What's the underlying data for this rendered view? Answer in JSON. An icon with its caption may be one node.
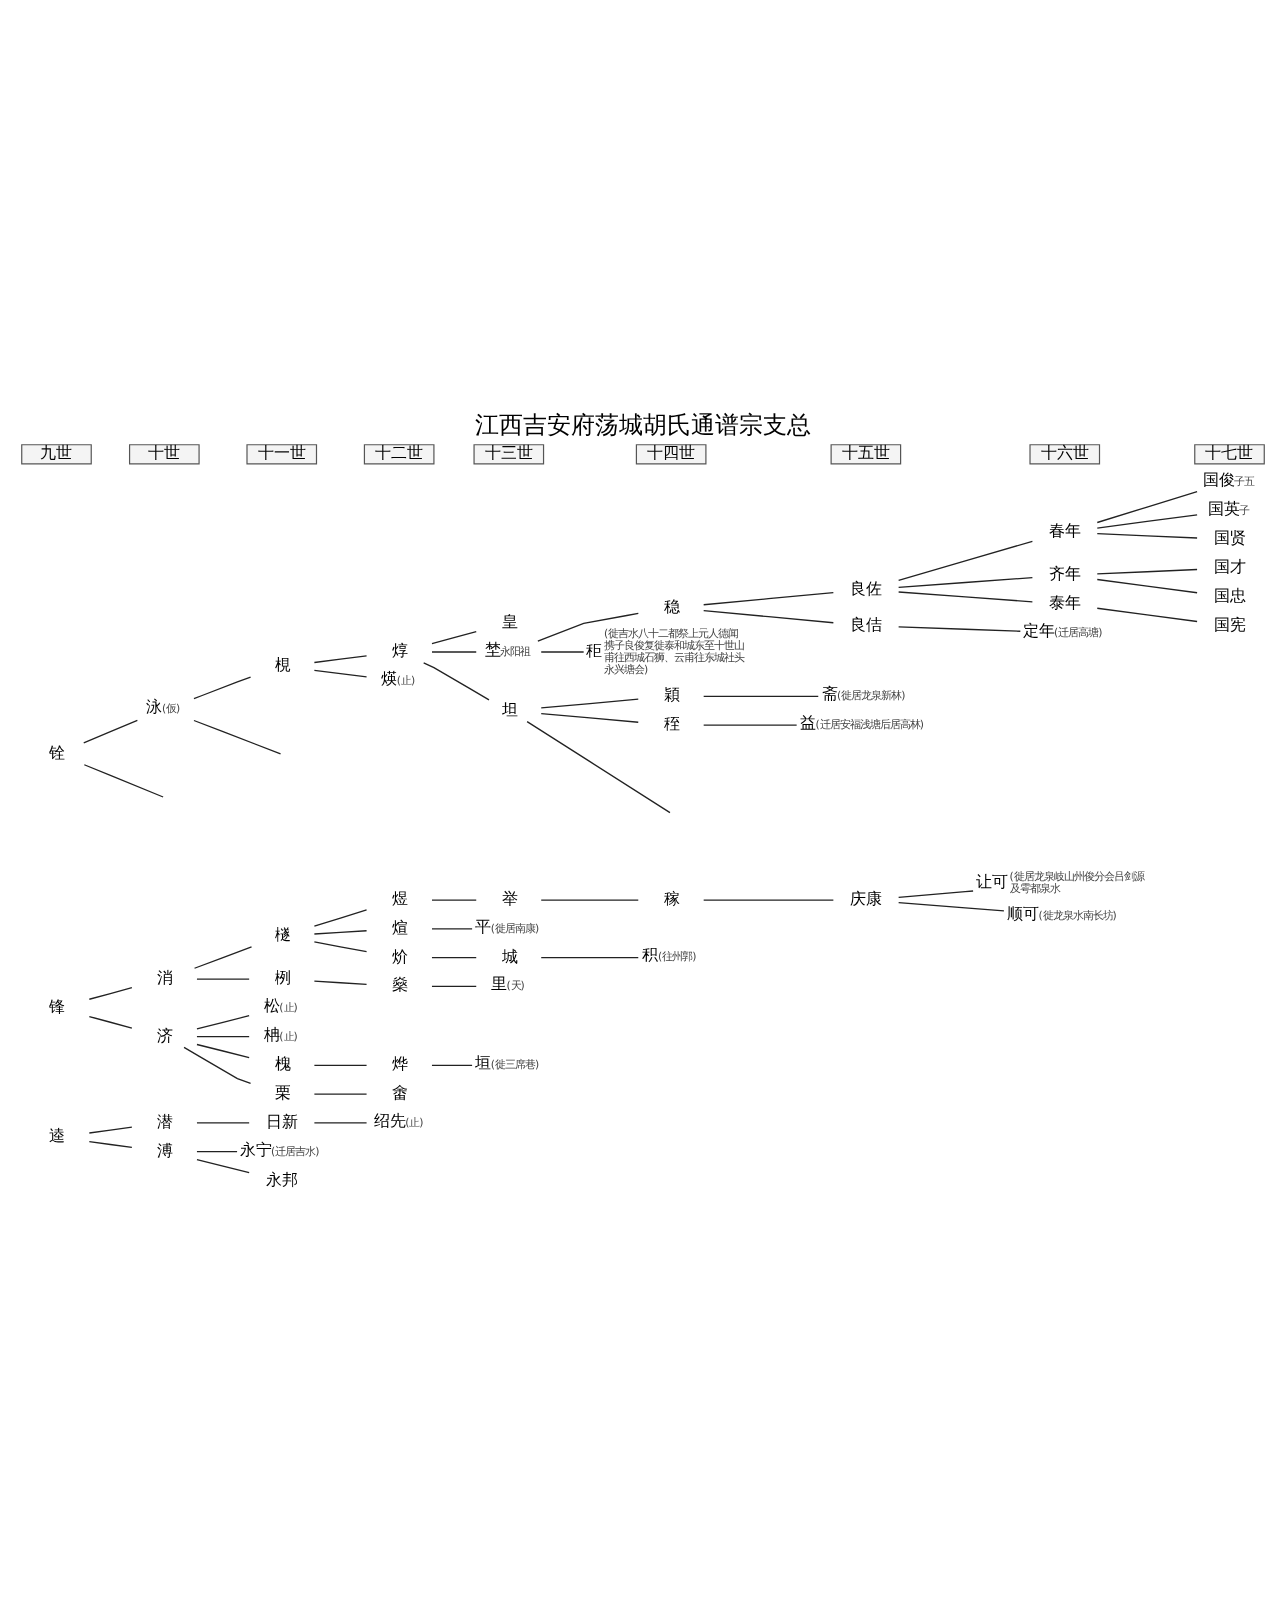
{
  "diagram": {
    "title": "江西吉安府荡城胡氏通谱宗支总",
    "nodes": [
      {
        "text": [
          "逵"
        ]
      },
      {
        "text": [
          "潜"
        ]
      },
      {
        "text": [
          "溥"
        ]
      },
      {
        "text": [
          "日新"
        ]
      },
      {
        "text": [
          "绍先"
        ],
        "beside": [
          "(止)"
        ]
      },
      {
        "text": [
          "永宁"
        ],
        "beside": [
          "(迁居吉水)"
        ]
      },
      {
        "text": [
          "永邦"
        ]
      },
      {
        "text": [
          "锋"
        ]
      },
      {
        "text": [
          "消"
        ]
      },
      {
        "text": [
          "檖"
        ]
      },
      {
        "text": [
          "煜"
        ]
      },
      {
        "text": [
          "举"
        ]
      },
      {
        "text": [
          "稼"
        ]
      },
      {
        "text": [
          "庆康"
        ]
      },
      {
        "text": [
          "让可"
        ],
        "beside": [
          "(徙居龙泉岐山州俊分会吕剑源及雩都泉水"
        ]
      },
      {
        "text": [
          "顺可"
        ],
        "beside": [
          "(徙龙泉水南长坊)"
        ]
      },
      {
        "text": [
          "煊"
        ]
      },
      {
        "text": [
          "平"
        ],
        "beside": [
          "(徙居南康)"
        ]
      },
      {
        "text": [
          "炌"
        ]
      },
      {
        "text": [
          "城"
        ]
      },
      {
        "text": [
          "积"
        ],
        "beside": [
          "(往州郭)"
        ]
      },
      {
        "text": [
          "栵"
        ]
      },
      {
        "text": [
          "燊"
        ]
      },
      {
        "text": [
          "里"
        ],
        "beside": [
          "(天)"
        ]
      },
      {
        "text": [
          "济"
        ]
      },
      {
        "text": [
          "松"
        ],
        "beside": [
          "(止)"
        ]
      },
      {
        "text": [
          "柟"
        ],
        "beside": [
          "(止)"
        ]
      },
      {
        "text": [
          "槐"
        ]
      },
      {
        "text": [
          "烨"
        ]
      },
      {
        "text": [
          "垣"
        ],
        "beside": [
          "(徙三席巷)"
        ]
      },
      {
        "text": [
          "栗"
        ]
      },
      {
        "text": [
          "畬"
        ]
      },
      {
        "text": [
          "铨"
        ]
      },
      {
        "text": [
          "泳"
        ],
        "beside": [
          "(仮)"
        ]
      },
      {
        "text": [
          "梘"
        ]
      },
      {
        "text": [
          "焞"
        ]
      },
      {
        "text": [
          "皇"
        ]
      },
      {
        "text": [
          "埜"
        ],
        "beside": [
          "永阳祖"
        ]
      },
      {
        "text": [
          "稳"
        ]
      },
      {
        "text": [
          "良佐"
        ]
      },
      {
        "text": [
          "春年"
        ]
      },
      {
        "text": [
          "国俊"
        ],
        "beside": [
          "子五"
        ]
      },
      {
        "text": [
          "国英"
        ],
        "beside": [
          "子"
        ]
      },
      {
        "text": [
          "国贤"
        ]
      },
      {
        "text": [
          "齐年"
        ]
      },
      {
        "text": [
          "国才"
        ]
      },
      {
        "text": [
          "国忠"
        ]
      },
      {
        "text": [
          "泰年"
        ]
      },
      {
        "text": [
          "国宪"
        ]
      },
      {
        "text": [
          "良佶"
        ]
      },
      {
        "text": [
          "定年"
        ],
        "beside": [
          "(迁居高塘)"
        ]
      },
      {
        "text": [
          "秬"
        ],
        "beside": [
          "(徙吉水八十二都祭上元人德闻携子良俊复徙泰和城东至十世山甫往西城石狮、云甫往东城社头永兴塘会)"
        ]
      },
      {
        "text": [
          "煐"
        ],
        "beside": [
          "(止)"
        ]
      },
      {
        "text": [
          "坦"
        ]
      },
      {
        "text": [
          "穎"
        ]
      },
      {
        "text": [
          "斋"
        ],
        "beside": [
          "(徙居龙泉新林)"
        ]
      },
      {
        "text": [
          "秷"
        ]
      },
      {
        "text": [
          "益"
        ],
        "beside": [
          "(迁居安福浅塘后居高林)"
        ]
      }
    ],
    "edges": [
      {
        "from": 0,
        "to": 1,
        "arrow": "none"
      },
      {
        "from": 0,
        "to": 2,
        "arrow": "none"
      },
      {
        "from": 1,
        "to": 3,
        "arrow": "none"
      },
      {
        "from": 3,
        "to": 4,
        "arrow": "none"
      },
      {
        "from": 2,
        "to": 5,
        "arrow": "none"
      },
      {
        "from": 2,
        "to": 6,
        "arrow": "none"
      },
      {
        "from": 7,
        "to": 8,
        "arrow": "none"
      },
      {
        "from": 7,
        "to": 24,
        "arrow": "none"
      },
      {
        "from": 8,
        "to": 9,
        "arrow": "none"
      },
      {
        "from": 8,
        "to": 21,
        "arrow": "none"
      },
      {
        "from": 9,
        "to": 10,
        "arrow": "none"
      },
      {
        "from": 9,
        "to": 16,
        "arrow": "none"
      },
      {
        "from": 9,
        "to": 18,
        "arrow": "none"
      },
      {
        "from": 10,
        "to": 11,
        "arrow": "none"
      },
      {
        "from": 11,
        "to": 12,
        "arrow": "none"
      },
      {
        "from": 12,
        "to": 13,
        "arrow": "none"
      },
      {
        "from": 13,
        "to": 14,
        "arrow": "none"
      },
      {
        "from": 13,
        "to": 15,
        "arrow": "none"
      },
      {
        "from": 16,
        "to": 17,
        "arrow": "none"
      },
      {
        "from": 18,
        "to": 19,
        "arrow": "none"
      },
      {
        "from": 19,
        "to": 20,
        "arrow": "none"
      },
      {
        "from": 21,
        "to": 22,
        "arrow": "none"
      },
      {
        "from": 22,
        "to": 23,
        "arrow": "none"
      },
      {
        "from": 24,
        "to": 25,
        "arrow": "none"
      },
      {
        "from": 24,
        "to": 26,
        "arrow": "none"
      },
      {
        "from": 24,
        "to": 27,
        "arrow": "none"
      },
      {
        "from": 24,
        "to": 30,
        "arrow": "none"
      },
      {
        "from": 27,
        "to": 28,
        "arrow": "none"
      },
      {
        "from": 28,
        "to": 29,
        "arrow": "none"
      },
      {
        "from": 30,
        "to": 31,
        "arrow": "none"
      },
      {
        "from": 32,
        "to": 33,
        "arrow": "none"
      },
      {
        "from": 32,
        "to": null,
        "arrow": "none"
      },
      {
        "from": 33,
        "to": 34,
        "arrow": "none"
      },
      {
        "from": 33,
        "to": null,
        "arrow": "none"
      },
      {
        "from": 34,
        "to": 35,
        "arrow": "none"
      },
      {
        "from": 34,
        "to": 52,
        "arrow": "none"
      },
      {
        "from": 35,
        "to": 36,
        "arrow": "none"
      },
      {
        "from": 35,
        "to": 37,
        "arrow": "none"
      },
      {
        "from": 35,
        "to": 53,
        "arrow": "none"
      },
      {
        "from": 37,
        "to": 38,
        "arrow": "none"
      },
      {
        "from": 37,
        "to": 51,
        "arrow": "none"
      },
      {
        "from": 38,
        "to": 39,
        "arrow": "none"
      },
      {
        "from": 38,
        "to": 49,
        "arrow": "none"
      },
      {
        "from": 39,
        "to": 40,
        "arrow": "none"
      },
      {
        "from": 39,
        "to": 44,
        "arrow": "none"
      },
      {
        "from": 39,
        "to": 47,
        "arrow": "none"
      },
      {
        "from": 40,
        "to": 41,
        "arrow": "none"
      },
      {
        "from": 40,
        "to": 42,
        "arrow": "none"
      },
      {
        "from": 40,
        "to": 43,
        "arrow": "none"
      },
      {
        "from": 44,
        "to": 45,
        "arrow": "none"
      },
      {
        "from": 44,
        "to": 46,
        "arrow": "none"
      },
      {
        "from": 47,
        "to": 48,
        "arrow": "none"
      },
      {
        "from": 49,
        "to": 50,
        "arrow": "none"
      },
      {
        "from": 53,
        "to": 54,
        "arrow": "none"
      },
      {
        "from": 53,
        "to": 56,
        "arrow": "none"
      },
      {
        "from": 53,
        "to": null,
        "arrow": "none"
      },
      {
        "from": 54,
        "to": 55,
        "arrow": "none"
      },
      {
        "from": 56,
        "to": 57,
        "arrow": "none"
      }
    ],
    "labels": [
      "九世",
      "十世",
      "十一世",
      "十二世",
      "十三世",
      "十四世",
      "十五世",
      "十六世",
      "十七世"
    ]
  }
}
